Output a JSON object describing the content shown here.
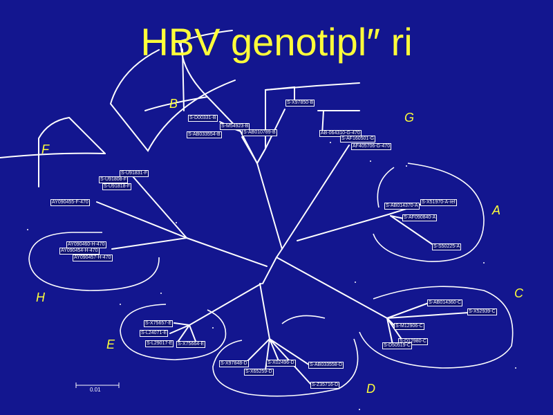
{
  "title": "HBV genotipl″ ri",
  "genotype_labels": {
    "A": "A",
    "B": "B",
    "C": "C",
    "D": "D",
    "E": "E",
    "F": "F",
    "G": "G",
    "H": "H"
  },
  "leaves": {
    "b1": "S-D00331-B",
    "b2": "S-M54923-B",
    "b3": "S-AB033554-B",
    "b4": "S-AB010789-B",
    "g1": "S-X97850-B",
    "g2": "AB-064310-G-470",
    "g3": "S-AF160501-G",
    "g4": "AF405706-G-470",
    "f1": "S-U91831-F",
    "f2": "S-U91808-F",
    "f3": "S-U91818-F",
    "f4": "AY090455-F-470",
    "h1": "AY090460-H-470",
    "h2": "AY090454-H-470",
    "h3": "AY090457-H-470",
    "a1": "S-AB014370-A",
    "a2": "S-X51970-A-ref",
    "a3": "S-AF090840-A",
    "a4": "S-S50225-A",
    "c1": "S-AB014360-C",
    "c2": "S-X52939-C",
    "c3": "S-M12906-C",
    "c4": "S-D12980-C",
    "c5": "S-D50519-C",
    "e1": "S-X75657-E",
    "e2": "S-L24071-E",
    "e3": "S-L29017-E",
    "e4": "S-X75664-E",
    "d1": "S-X97848-D",
    "d2": "S-X02496-D",
    "d3": "S-AB033558-D",
    "d4": "S-X65259-D",
    "d5": "S-Z35716-D"
  },
  "scale_label": "0.01",
  "colors": {
    "background": "#13168f",
    "title": "#ffff3a",
    "branch": "#ffffff"
  }
}
